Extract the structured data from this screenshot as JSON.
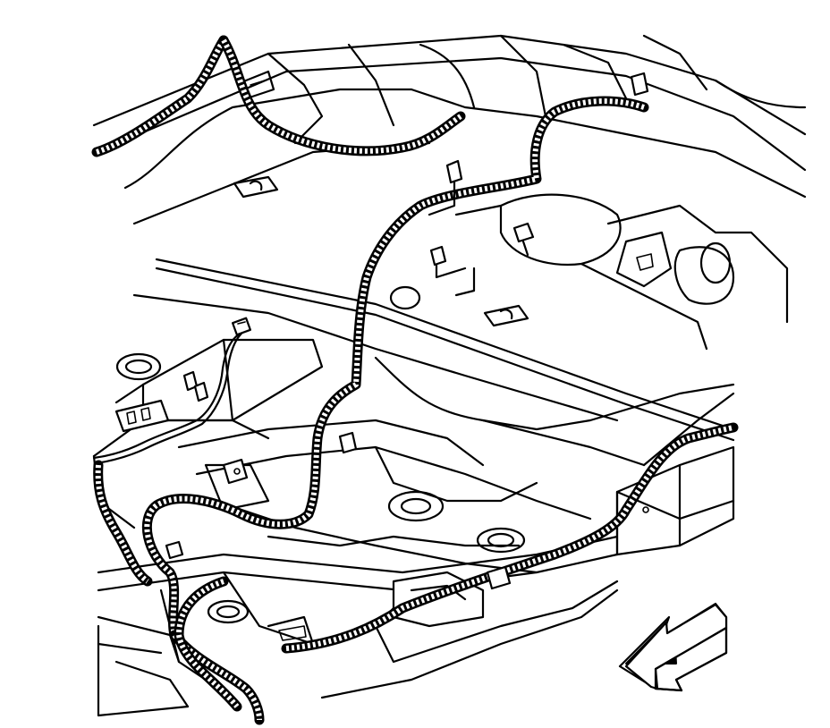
{
  "diagram": {
    "background": "#ffffff",
    "ink": "#000000",
    "components": [
      "vehicle-underbody-floor-pan",
      "rear-frame-rail",
      "front-floor-crossmember",
      "wiring-harness",
      "harness-connector",
      "harness-clips",
      "body-plugs",
      "front-direction-arrow"
    ],
    "arrow": {
      "icon": "front-direction-arrow-icon",
      "direction": "down-left"
    }
  }
}
